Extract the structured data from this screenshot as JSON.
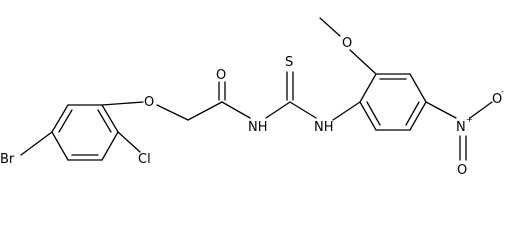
{
  "molecule": {
    "atoms": {
      "br": "Br",
      "cl": "Cl",
      "o_ether": "O",
      "o_carbonyl": "O",
      "nh_amide": "NH",
      "s_thione": "S",
      "nh_aryl": "NH",
      "o_methoxy": "O",
      "n_nitro": "N",
      "n_nitro_charge": "+",
      "o_nitro_top": "O",
      "o_nitro_bottom": "O",
      "o_nitro_charge": "-"
    }
  }
}
